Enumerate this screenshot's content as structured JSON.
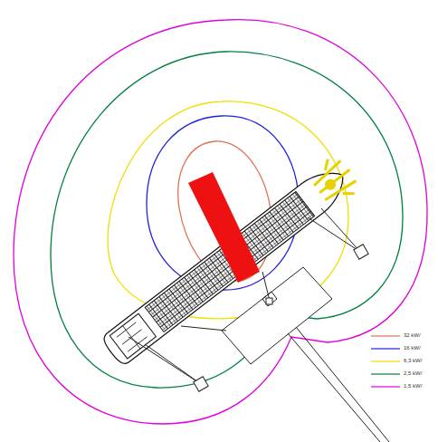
{
  "diagram": {
    "legend": [
      {
        "text": "32 kW/"
      },
      {
        "text": "16 kW/"
      },
      {
        "text": "6,3 kW/"
      },
      {
        "text": "2,5 kW/"
      },
      {
        "text": "1,5 kW/"
      }
    ]
  }
}
